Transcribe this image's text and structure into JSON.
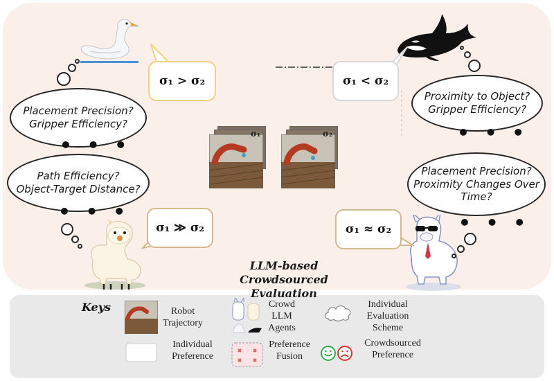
{
  "left_agent_top": {
    "thought_lines": [
      "Placement Precision?",
      "Gripper Efficiency?"
    ],
    "ellipsis": "• • •",
    "preference": "σ₁ > σ₂"
  },
  "left_agent_bottom": {
    "thought_lines": [
      "Path Efficiency?",
      "Object-Target Distance?"
    ],
    "ellipsis": "• • •",
    "preference": "σ₁ ≫ σ₂"
  },
  "right_agent_top": {
    "thought_lines": [
      "Proximity to Object?",
      "Gripper Efficiency?"
    ],
    "ellipsis": "• • •",
    "preference": "σ₁ < σ₂"
  },
  "right_agent_bottom": {
    "thought_lines": [
      "Placement Precision?",
      "Proximity Changes Over",
      "Time?"
    ],
    "ellipsis": "• • •",
    "preference": "σ₁ ≈ σ₂"
  },
  "trajectories": {
    "left_label": "σ₁",
    "right_label": "σ₂"
  },
  "center_title": {
    "line1": "LLM-based",
    "line2": "Crowdsourced Evaluation"
  },
  "keys": {
    "title": "Keys",
    "robot_trajectory": [
      "Robot",
      "Trajectory"
    ],
    "crowd_agents": [
      "Crowd",
      "LLM",
      "Agents"
    ],
    "evaluation_scheme": [
      "Individual",
      "Evaluation",
      "Scheme"
    ],
    "individual_preference": [
      "Individual",
      "Preference"
    ],
    "preference_fusion": [
      "Preference",
      "Fusion"
    ],
    "crowdsourced_preference": [
      "Crowdsourced",
      "Preference"
    ]
  },
  "colors": {
    "background": "#fbefea",
    "keys_background": "#e9e9ea",
    "speech_yellow": "#f2d27a",
    "speech_tan": "#d4b98c",
    "smiley_green": "#2bb04a",
    "frown_red": "#e0322a"
  }
}
